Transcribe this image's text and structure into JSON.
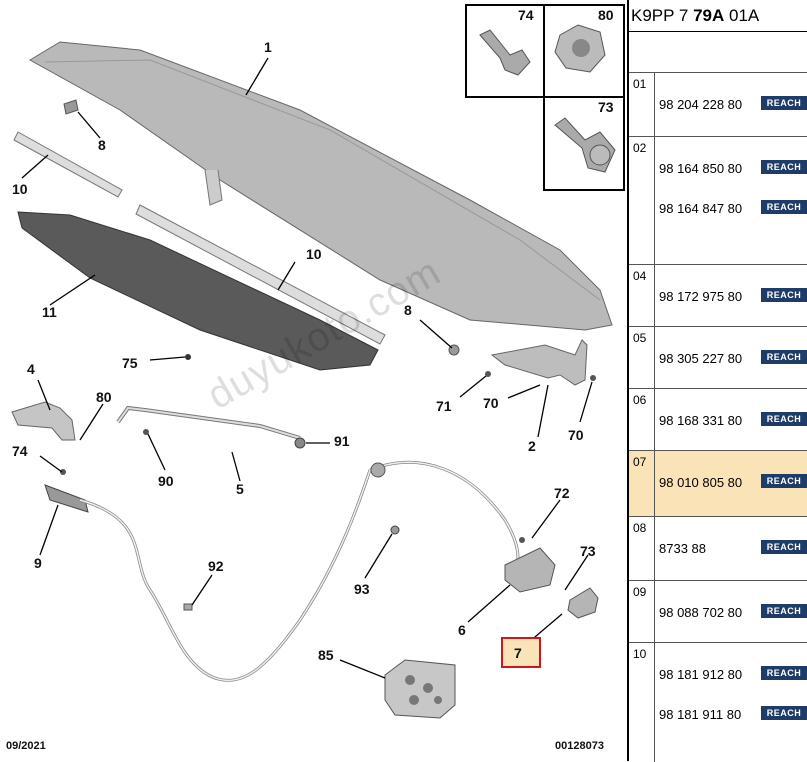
{
  "diagram": {
    "callouts": {
      "c1": "1",
      "c8a": "8",
      "c10a": "10",
      "c10b": "10",
      "c11": "11",
      "c75": "75",
      "c8b": "8",
      "c71": "71",
      "c70a": "70",
      "c2": "2",
      "c70b": "70",
      "c4": "4",
      "c80": "80",
      "c74": "74",
      "c90": "90",
      "c5": "5",
      "c91": "91",
      "c9": "9",
      "c92": "92",
      "c93": "93",
      "c72": "72",
      "c73": "73",
      "c6": "6",
      "c7": "7",
      "c85": "85",
      "inset74": "74",
      "inset80": "80",
      "inset73": "73"
    },
    "date": "09/2021",
    "diagram_id": "00128073",
    "watermark": "duyukoto.com"
  },
  "panel": {
    "header_pre": "K9PP 7 ",
    "header_bold": "79A",
    "header_post": " 01A",
    "reach_label": "REACH",
    "rows": [
      {
        "num": "01",
        "refs": [
          "98 204 228 80"
        ]
      },
      {
        "num": "02",
        "refs": [
          "98 164 850 80",
          "98 164 847 80"
        ]
      },
      {
        "num": "04",
        "refs": [
          "98 172 975 80"
        ]
      },
      {
        "num": "05",
        "refs": [
          "98 305 227 80"
        ]
      },
      {
        "num": "06",
        "refs": [
          "98 168 331 80"
        ]
      },
      {
        "num": "07",
        "refs": [
          "98 010 805 80"
        ]
      },
      {
        "num": "08",
        "refs": [
          "8733 88"
        ]
      },
      {
        "num": "09",
        "refs": [
          "98 088 702 80"
        ]
      },
      {
        "num": "10",
        "refs": [
          "98 181 912 80",
          "98 181 911 80"
        ]
      }
    ]
  },
  "colors": {
    "selected_row": "#fbe3b8",
    "highlight_border": "#d0161d",
    "reach_badge": "#1f3c68"
  }
}
